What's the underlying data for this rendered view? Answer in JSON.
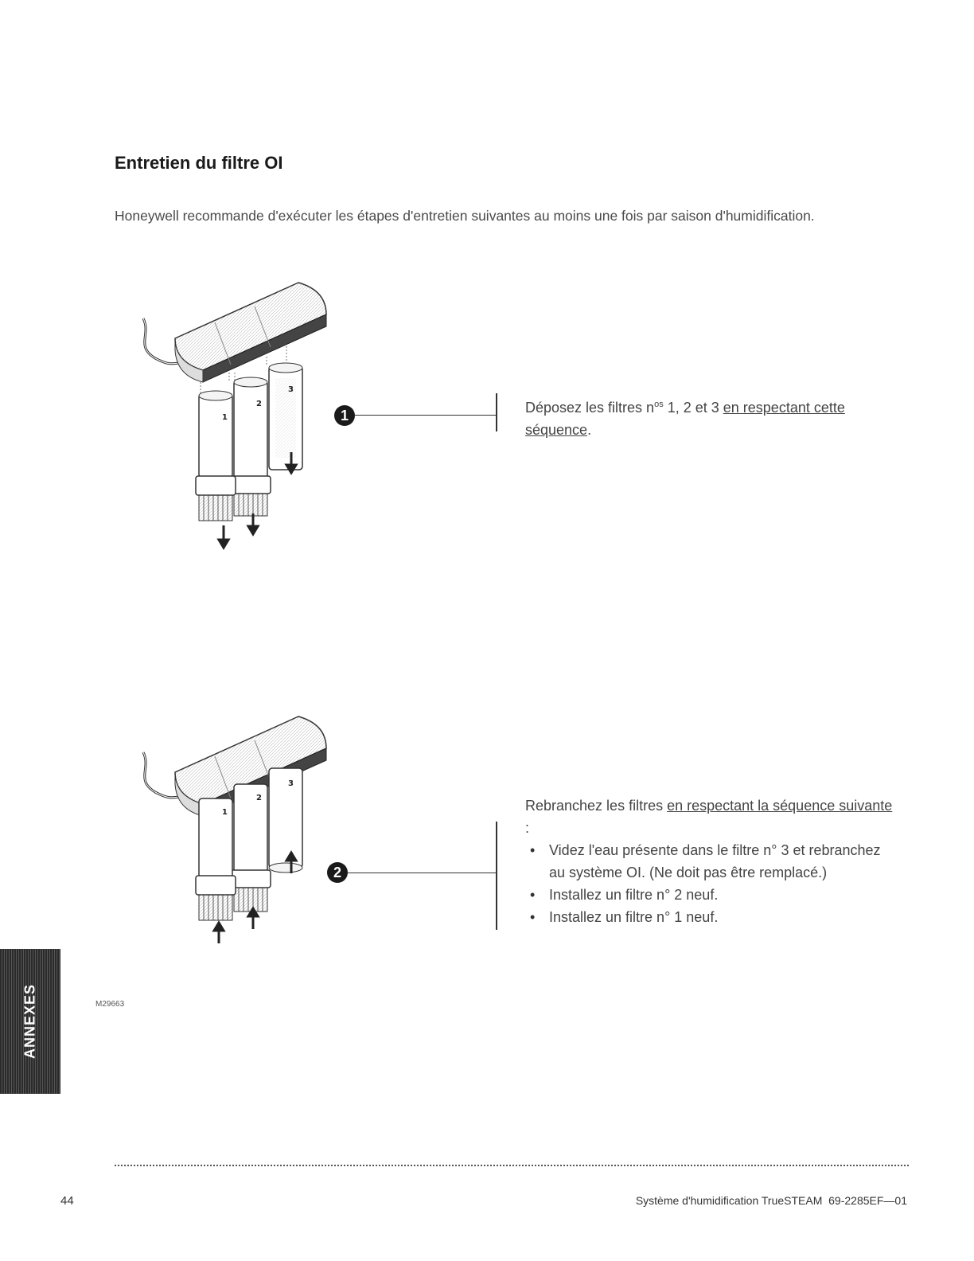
{
  "section": {
    "title": "Entretien du filtre OI",
    "intro": "Honeywell recommande d'exécuter les étapes d'entretien suivantes au moins une fois par saison d'humidification."
  },
  "step1": {
    "number": "1",
    "text_pre": "Déposez les filtres n",
    "text_sup": "os",
    "text_mid": " 1, 2 et 3 ",
    "text_underlined": "en respectant cette séquence",
    "text_post": "."
  },
  "step2": {
    "number": "2",
    "lead_pre": "Rebranchez les filtres ",
    "lead_underlined": "en respectant la séquence suivante",
    "lead_post": " :",
    "bullets": [
      "Videz l'eau présente dans le filtre n° 3 et rebranchez au système OI. (Ne doit pas être remplacé.)",
      "Installez un filtre n° 2 neuf.",
      "Installez un filtre n° 1 neuf."
    ]
  },
  "illustration": {
    "filter_labels": [
      "1",
      "2",
      "3"
    ],
    "figure_code": "M29663"
  },
  "side_tab": {
    "label": "ANNEXES"
  },
  "footer": {
    "page_number": "44",
    "document": "Système d'humidification TrueSTEAM  69-2285EF—01"
  },
  "colors": {
    "text": "#444444",
    "heading": "#1a1a1a",
    "tab": "#2b2b2b"
  }
}
